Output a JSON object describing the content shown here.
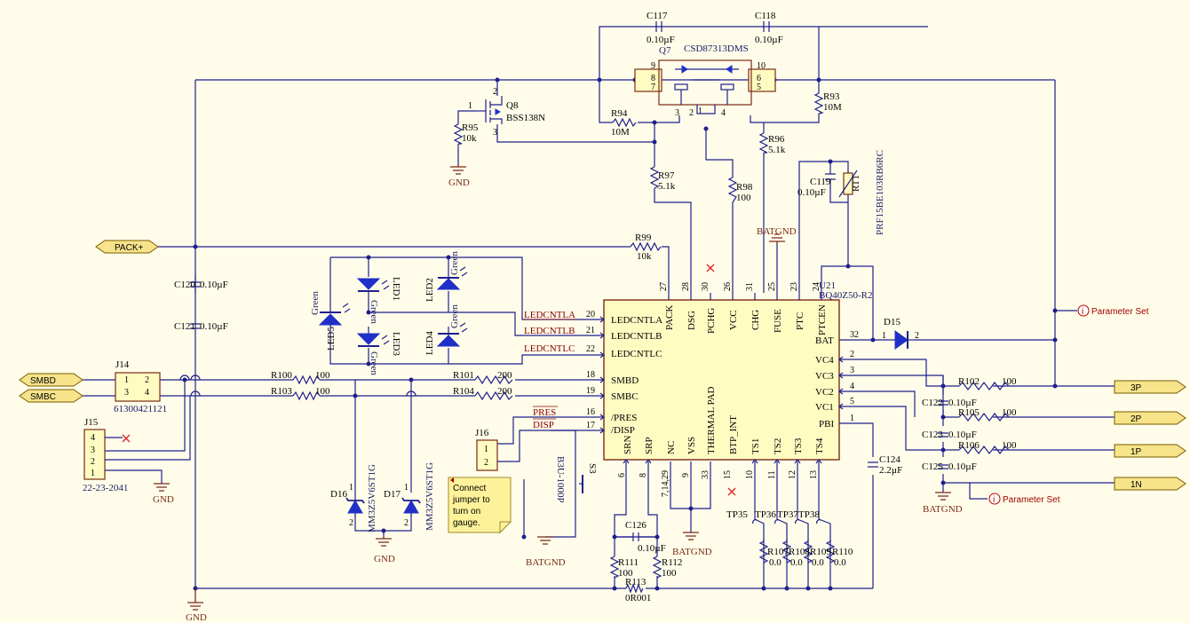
{
  "u21": {
    "ref": "U21",
    "part": "BQ40Z50-R2",
    "top_pins": [
      {
        "num": "27",
        "name": "PACK"
      },
      {
        "num": "28",
        "name": "DSG"
      },
      {
        "num": "30",
        "name": "PCHG"
      },
      {
        "num": "26",
        "name": "VCC"
      },
      {
        "num": "31",
        "name": "CHG"
      },
      {
        "num": "25",
        "name": "FUSE"
      },
      {
        "num": "23",
        "name": "PTC"
      },
      {
        "num": "24",
        "name": "PTCEN"
      }
    ],
    "left_pins": [
      {
        "num": "20",
        "name": "LEDCNTLA"
      },
      {
        "num": "21",
        "name": "LEDCNTLB"
      },
      {
        "num": "22",
        "name": "LEDCNTLC"
      },
      {
        "num": "18",
        "name": "SMBD"
      },
      {
        "num": "19",
        "name": "SMBC"
      },
      {
        "num": "16",
        "name": "/PRES"
      },
      {
        "num": "17",
        "name": "/DISP"
      }
    ],
    "right_pins": [
      {
        "num": "32",
        "name": "BAT"
      },
      {
        "num": "2",
        "name": "VC4"
      },
      {
        "num": "3",
        "name": "VC3"
      },
      {
        "num": "4",
        "name": "VC2"
      },
      {
        "num": "5",
        "name": "VC1"
      },
      {
        "num": "1",
        "name": "PBI"
      }
    ],
    "bottom_pins": [
      {
        "num": "6",
        "name": "SRN"
      },
      {
        "num": "8",
        "name": "SRP"
      },
      {
        "num": "7,14,29",
        "name": "NC"
      },
      {
        "num": "9",
        "name": "VSS"
      },
      {
        "num": "33",
        "name": "THERMAL PAD"
      },
      {
        "num": "15",
        "name": "BTP_INT"
      },
      {
        "num": "10",
        "name": "TS1"
      },
      {
        "num": "11",
        "name": "TS2"
      },
      {
        "num": "12",
        "name": "TS3"
      },
      {
        "num": "13",
        "name": "TS4"
      }
    ]
  },
  "q7": {
    "ref": "Q7",
    "part": "CSD87313DMS",
    "pins": [
      "9",
      "8",
      "7",
      "10",
      "6",
      "5",
      "3",
      "2",
      "1",
      "4"
    ]
  },
  "q8": {
    "ref": "Q8",
    "part": "BSS138N",
    "pins": [
      "2",
      "1",
      "3"
    ]
  },
  "caps": {
    "c117": {
      "ref": "C117",
      "value": "0.10µF"
    },
    "c118": {
      "ref": "C118",
      "value": "0.10µF"
    },
    "c119": {
      "ref": "C119",
      "value": "0.10µF"
    },
    "c120": {
      "ref": "C120",
      "value": "0.10µF"
    },
    "c121": {
      "ref": "C121",
      "value": "0.10µF"
    },
    "c122": {
      "ref": "C122",
      "value": "0.10µF"
    },
    "c123": {
      "ref": "C123",
      "value": "0.10µF"
    },
    "c124": {
      "ref": "C124",
      "value": "2.2µF"
    },
    "c125": {
      "ref": "C125",
      "value": "0.10µF"
    },
    "c126": {
      "ref": "C126",
      "value": "0.10µF"
    }
  },
  "res": {
    "r93": {
      "ref": "R93",
      "value": "10M"
    },
    "r94": {
      "ref": "R94",
      "value": "10M"
    },
    "r95": {
      "ref": "R95",
      "value": "10k"
    },
    "r96": {
      "ref": "R96",
      "value": "5.1k"
    },
    "r97": {
      "ref": "R97",
      "value": "5.1k"
    },
    "r98": {
      "ref": "R98",
      "value": "100"
    },
    "r99": {
      "ref": "R99",
      "value": "10k"
    },
    "r100": {
      "ref": "R100",
      "value": "100"
    },
    "r101": {
      "ref": "R101",
      "value": "200"
    },
    "r102": {
      "ref": "R102",
      "value": "100"
    },
    "r103": {
      "ref": "R103",
      "value": "100"
    },
    "r104": {
      "ref": "R104",
      "value": "200"
    },
    "r105": {
      "ref": "R105",
      "value": "100"
    },
    "r106": {
      "ref": "R106",
      "value": "100"
    },
    "r107": {
      "ref": "R107",
      "value": "0.0"
    },
    "r108": {
      "ref": "R108",
      "value": "0.0"
    },
    "r109": {
      "ref": "R109",
      "value": "0.0"
    },
    "r110": {
      "ref": "R110",
      "value": "0.0"
    },
    "r111": {
      "ref": "R111",
      "value": "100"
    },
    "r112": {
      "ref": "R112",
      "value": "100"
    },
    "r113": {
      "ref": "R113",
      "value": "0R001"
    }
  },
  "rt1": {
    "ref": "RT1",
    "part": "PRF15BE103RB6RC"
  },
  "d15": {
    "ref": "D15",
    "pins": [
      "1",
      "2"
    ]
  },
  "d16": {
    "ref": "D16",
    "part": "MM3Z5V6ST1G",
    "pins": [
      "1",
      "2"
    ]
  },
  "d17": {
    "ref": "D17",
    "part": "MM3Z5V6ST1G",
    "pins": [
      "1",
      "2"
    ]
  },
  "leds": {
    "led1": {
      "ref": "LED1",
      "color": "Green"
    },
    "led2": {
      "ref": "LED2",
      "color": "Green"
    },
    "led3": {
      "ref": "LED3",
      "color": "Green"
    },
    "led4": {
      "ref": "LED4",
      "color": "Green"
    },
    "led5": {
      "ref": "LED5",
      "color": "Green"
    }
  },
  "j14": {
    "ref": "J14",
    "part": "61300421121",
    "pins": [
      "1",
      "2",
      "3",
      "4"
    ]
  },
  "j15": {
    "ref": "J15",
    "part": "22-23-2041",
    "pins": [
      "4",
      "3",
      "2",
      "1"
    ]
  },
  "j16": {
    "ref": "J16",
    "pins": [
      "1",
      "2"
    ]
  },
  "s3": {
    "ref": "S3",
    "part": "B3U-1000P"
  },
  "tps": [
    "TP35",
    "TP36",
    "TP37",
    "TP38"
  ],
  "nets": {
    "ledcntla": "LEDCNTLA",
    "ledcntlb": "LEDCNTLB",
    "ledcntlc": "LEDCNTLC",
    "pres": "PRES",
    "disp": "DISP"
  },
  "ports": {
    "pack": "PACK+",
    "smbd": "SMBD",
    "smbc": "SMBC",
    "p3": "3P",
    "p2": "2P",
    "p1": "1P",
    "n1": "1N"
  },
  "power": {
    "gnd": "GND",
    "batgnd": "BATGND"
  },
  "param_set": "Parameter Set",
  "param_icon": "i",
  "note": [
    "Connect",
    "jumper to",
    "turn on",
    "gauge."
  ],
  "colors": {
    "wire": "#1f1f8f",
    "part": "#7a2a17",
    "body": "#fffcc2",
    "port": "#f7e48a",
    "led": "#1f2fc8",
    "bg": "#fffde9"
  }
}
